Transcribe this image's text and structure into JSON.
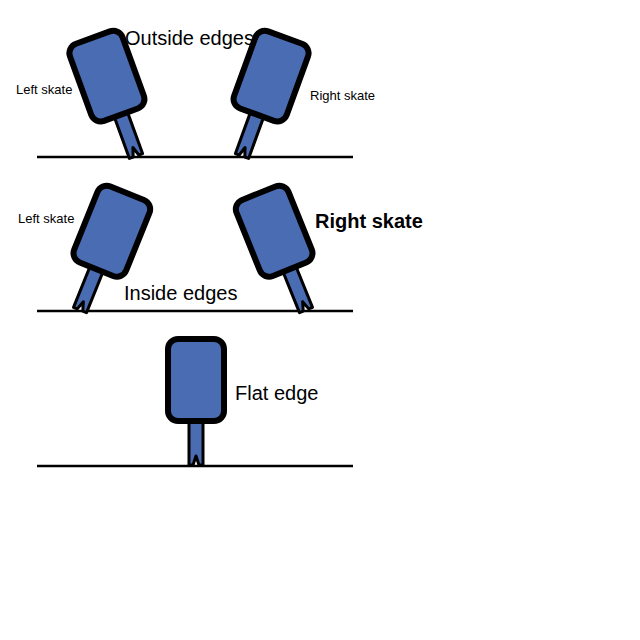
{
  "diagram": {
    "labels": [
      "Outside edges",
      "Left skate",
      "Right skate",
      "Left skate",
      "Right skate",
      "Inside edges",
      "Flat edge"
    ]
  }
}
